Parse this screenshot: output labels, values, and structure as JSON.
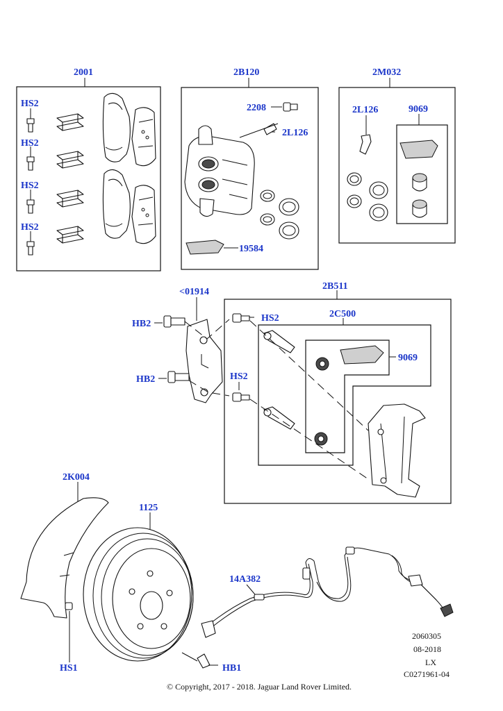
{
  "callouts": {
    "c2001": "2001",
    "c2B120": "2B120",
    "c2M032": "2M032",
    "hs2_a": "HS2",
    "hs2_b": "HS2",
    "hs2_c": "HS2",
    "hs2_d": "HS2",
    "c2208": "2208",
    "c2L126_a": "2L126",
    "c19584": "19584",
    "c2L126_b": "2L126",
    "c9069_a": "9069",
    "c01914": "<01914",
    "c2B511": "2B511",
    "hb2_a": "HB2",
    "hb2_b": "HB2",
    "hs2_e": "HS2",
    "c2C500": "2C500",
    "c9069_b": "9069",
    "hs2_f": "HS2",
    "c2K004": "2K004",
    "c1125": "1125",
    "c14A382": "14A382",
    "hs1": "HS1",
    "hb1": "HB1"
  },
  "meta": {
    "line1": "2060305",
    "line2": "08-2018",
    "line3": "LX",
    "line4": "C0271961-04"
  },
  "copyright": "© Copyright, 2017 - 2018. Jaguar Land Rover Limited."
}
